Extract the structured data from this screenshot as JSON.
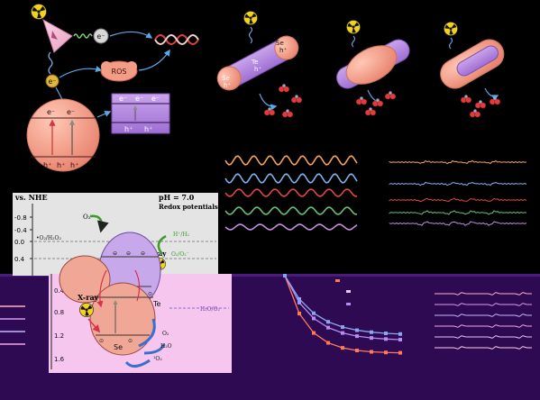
{
  "panel_a": {
    "electron_top": "e⁻",
    "electron_left": "e⁻",
    "ros_label": "ROS",
    "cb_electrons": [
      "e⁻",
      "e⁻",
      "e⁻"
    ],
    "vb_holes": [
      "h⁺",
      "h⁺",
      "h⁺"
    ],
    "band_top": "e⁻",
    "band_holes": [
      "h⁺",
      "h⁺",
      "h⁺"
    ]
  },
  "panel_b": {
    "se_left": "Se",
    "se_left_h": "h⁺",
    "te_label": "Te",
    "te_h": "h⁺",
    "se_right": "Se",
    "se_right_h": "h⁺"
  },
  "panel_d": {
    "axis_title": "E vs. NHE",
    "ph_label": "pH = 7.0",
    "redox_title": "Redox potentials",
    "y_ticks": [
      "-0.8",
      "-0.4",
      "0.0",
      "0.4",
      "0.8",
      "1.2",
      "1.6"
    ],
    "o2_label": "O₂",
    "o2_h2o2": "•O₂/H₂O₂",
    "h_h2": "H⁺/H₂",
    "o2_o2": "O₂/O₂⁻",
    "xray_right": "X-ray",
    "xray_left": "X-ray",
    "te_label": "Te",
    "se_label": "Se",
    "h2o_o2": "H₂O/O₂",
    "o2_product": "O₂",
    "h2o_product": "H₂O",
    "singlet_o2": "¹O₂"
  },
  "colors": {
    "background": "#000000",
    "purple_band": "#2e0a52",
    "salmon": "#f39c86",
    "lavender": "#b98fe0",
    "pink_panel": "#f6c6ef",
    "green": "#3f9a2e"
  },
  "icons": [
    "radiation-icon",
    "dna-icon",
    "oxygen-molecule-icon",
    "ros-cloud-icon"
  ]
}
